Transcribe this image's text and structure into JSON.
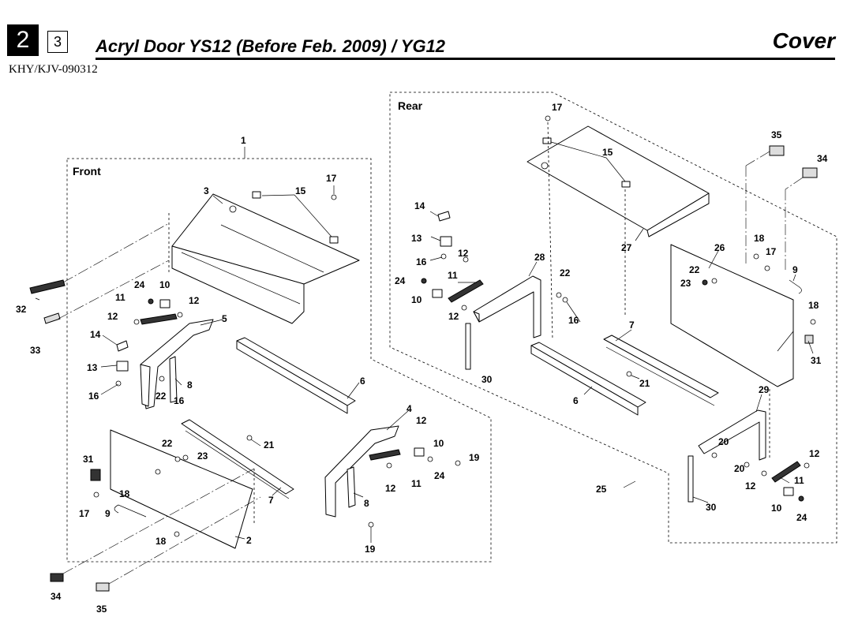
{
  "header": {
    "section": "2",
    "subsection": "3",
    "title": "Acryl Door  YS12 (Before Feb. 2009) / YG12",
    "category": "Cover",
    "doc_code": "KHY/KJV-090312"
  },
  "groups": {
    "front": "Front",
    "rear": "Rear"
  },
  "callouts": {
    "c1": "1",
    "c3": "3",
    "c15f": "15",
    "c17f": "17",
    "c32": "32",
    "c33": "33",
    "c24f": "24",
    "c10f": "10",
    "c11f": "11",
    "c12fa": "12",
    "c12fb": "12",
    "c5": "5",
    "c14f": "14",
    "c13f": "13",
    "c16fa": "16",
    "c22fa": "22",
    "c16fb": "16",
    "c8fa": "8",
    "c6f": "6",
    "c22fb": "22",
    "c23f": "23",
    "c21f": "21",
    "c31f": "31",
    "c18fa": "18",
    "c17fb": "17",
    "c9f": "9",
    "c7f": "7",
    "c18fb": "18",
    "c2": "2",
    "c4": "4",
    "c12fc": "12",
    "c10fb": "10",
    "c19fa": "19",
    "c24fb": "24",
    "c12fd": "12",
    "c11fb": "11",
    "c8fb": "8",
    "c19fb": "19",
    "c34f": "34",
    "c35f": "35",
    "c17r": "17",
    "c15r": "15",
    "c35r": "35",
    "c34r": "34",
    "c27": "27",
    "c14r": "14",
    "c13r": "13",
    "c16r": "16",
    "c12ra": "12",
    "c24r": "24",
    "c11r": "11",
    "c10r": "10",
    "c12rb": "12",
    "c28": "28",
    "c22r": "22",
    "c16rb": "16",
    "c30ra": "30",
    "c18ra": "18",
    "c17rb": "17",
    "c26": "26",
    "c22rb": "22",
    "c23r": "23",
    "c9r": "9",
    "c18rb": "18",
    "c7r": "7",
    "c31r": "31",
    "c21r": "21",
    "c6r": "6",
    "c29": "29",
    "c20a": "20",
    "c20b": "20",
    "c12rc": "12",
    "c12rd": "12",
    "c11rb": "11",
    "c10rb": "10",
    "c24rb": "24",
    "c25": "25",
    "c30rb": "30"
  }
}
